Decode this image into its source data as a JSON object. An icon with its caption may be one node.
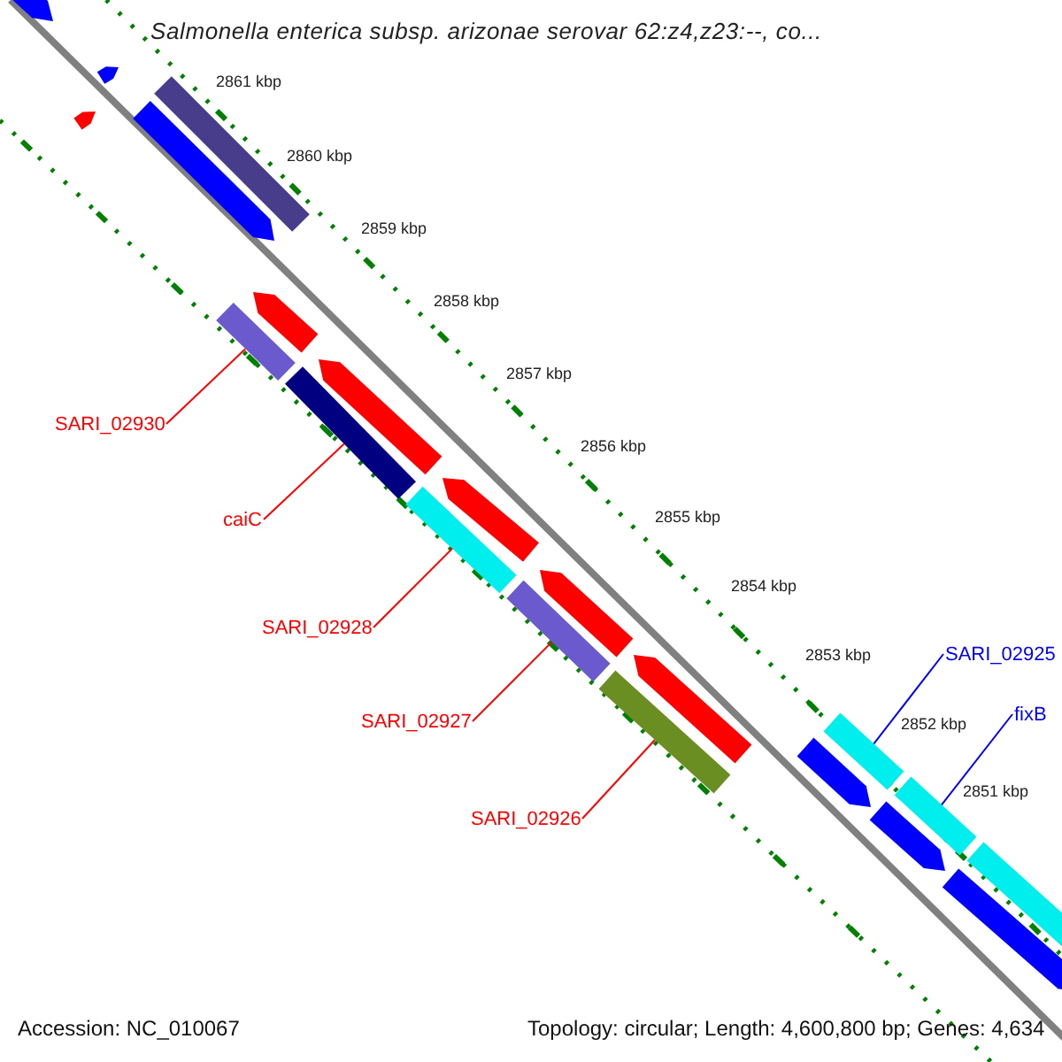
{
  "diagram": {
    "title": "Salmonella enterica subsp. arizonae serovar 62:z4,z23:--, co...",
    "nodes": [
      {
        "text": [
          "SARI_02930"
        ]
      },
      {
        "text": [],
        "shape": "bar"
      },
      {
        "text": [
          "caiC"
        ]
      },
      {
        "text": [],
        "shape": "bar"
      },
      {
        "text": [
          "SARI_02928"
        ]
      },
      {
        "text": [],
        "shape": "bar"
      },
      {
        "text": [
          "SARI_02927"
        ]
      },
      {
        "text": [],
        "shape": "bar"
      },
      {
        "text": [
          "SARI_02926"
        ]
      },
      {
        "text": [],
        "shape": "bar"
      },
      {
        "text": [
          "SARI_02925"
        ]
      },
      {
        "text": [],
        "shape": "bar"
      },
      {
        "text": [
          "fixB"
        ]
      },
      {
        "text": [],
        "shape": "bar"
      },
      {
        "text": [],
        "shape": "arrow"
      },
      {
        "text": [],
        "shape": "arrow"
      },
      {
        "text": [],
        "shape": "arrow"
      },
      {
        "text": [],
        "shape": "arrow"
      },
      {
        "text": [],
        "shape": "bar"
      },
      {
        "text": [],
        "shape": "arrow"
      },
      {
        "text": [],
        "shape": "arrow"
      },
      {
        "text": [],
        "shape": "arrow"
      },
      {
        "text": [],
        "shape": "arrow"
      },
      {
        "text": [],
        "shape": "arrow"
      },
      {
        "text": [],
        "shape": "arrow"
      },
      {
        "text": [],
        "shape": "arrow"
      },
      {
        "text": [],
        "shape": "arrow"
      },
      {
        "text": [],
        "shape": "bar"
      }
    ],
    "edges": [
      {
        "from": 0,
        "to": 1,
        "arrow": "none"
      },
      {
        "from": 2,
        "to": 3,
        "arrow": "none"
      },
      {
        "from": 4,
        "to": 5,
        "arrow": "none"
      },
      {
        "from": 6,
        "to": 7,
        "arrow": "none"
      },
      {
        "from": 8,
        "to": 9,
        "arrow": "none"
      },
      {
        "from": 10,
        "to": 11,
        "arrow": "none",
        "color": "#0000ff"
      },
      {
        "from": 12,
        "to": 13,
        "arrow": "none",
        "color": "#0000ff"
      }
    ],
    "labels": [
      "2861 kbp",
      "2860 kbp",
      "2859 kbp",
      "2858 kbp",
      "2857 kbp",
      "2856 kbp",
      "2855 kbp",
      "2854 kbp",
      "2853 kbp",
      "2852 kbp",
      "2851 kbp",
      "Accession: NC_010067",
      "Topology: circular; Length: 4,600,800 bp; Genes: 4,634"
    ]
  }
}
